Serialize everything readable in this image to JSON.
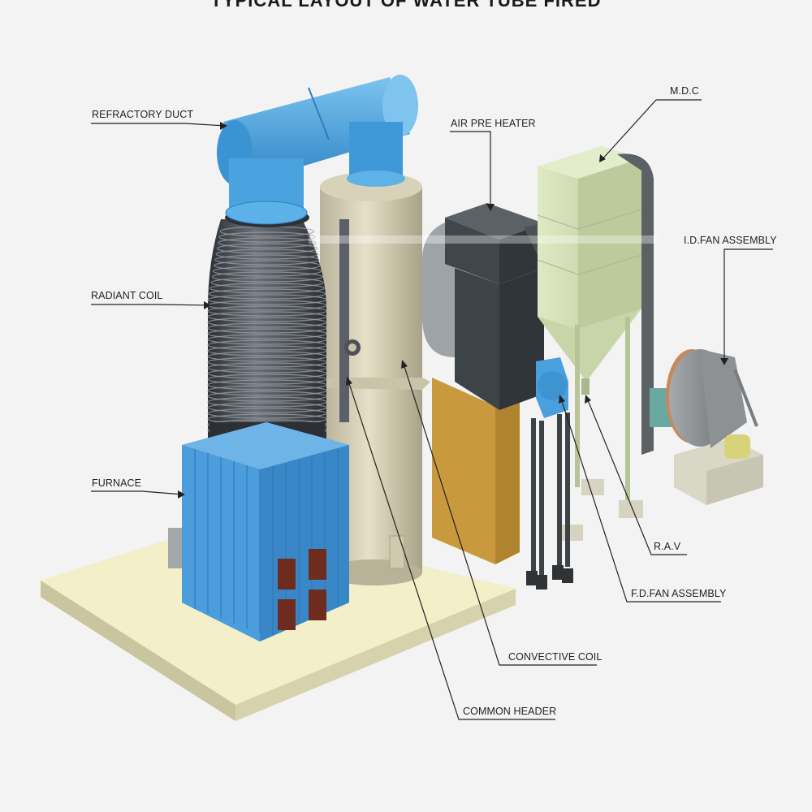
{
  "title": "TYPICAL LAYOUT OF WATER TUBE FIRED",
  "labels": {
    "refractory_duct": "REFRACTORY DUCT",
    "air_pre_heater": "AIR PRE HEATER",
    "mdc": "M.D.C",
    "id_fan_assembly": "I.D.FAN ASSEMBLY",
    "radiant_coil": "RADIANT COIL",
    "furnace": "FURNACE",
    "rav": "R.A.V",
    "fd_fan_assembly": "F.D.FAN ASSEMBLY",
    "convective_coil": "CONVECTIVE COIL",
    "common_header": "COMMON HEADER"
  },
  "colors": {
    "duct": "#4da6e0",
    "furnace": "#3f8fd0",
    "coil": "#4a4e55",
    "convective": "#d9d3b8",
    "air_heater": "#3d4448",
    "air_heater_base": "#c99a3d",
    "mdc": "#cfdcb0",
    "base_plate": "#f2efc9",
    "fan": "#8a8d90",
    "fd_fan": "#4aa0dc"
  }
}
